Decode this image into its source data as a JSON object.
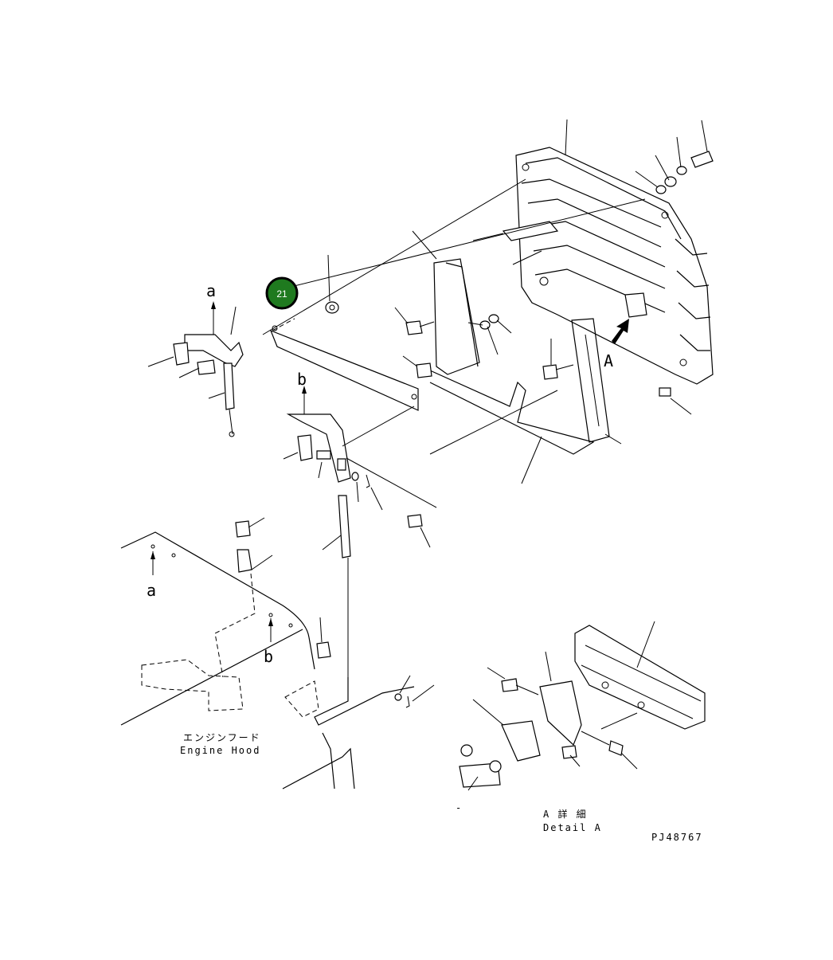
{
  "callout": {
    "number": "21",
    "fill": "#1f7a1f",
    "ring": "#000000"
  },
  "labels": {
    "arrow_a_top": "a",
    "arrow_a_bottom": "a",
    "arrow_b_top": "b",
    "arrow_b_bottom": "b",
    "view_a": "A",
    "engine_hood_jp": "エンジンフード",
    "engine_hood_en": "Engine Hood",
    "detail_a_jp": "A 詳 細",
    "detail_a_en": "Detail A",
    "drawing_number": "PJ48767",
    "dash_mark": "-"
  }
}
